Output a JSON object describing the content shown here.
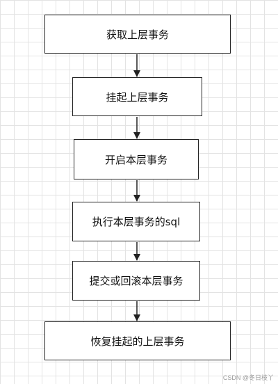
{
  "flowchart": {
    "nodes": [
      {
        "label": "获取上层事务"
      },
      {
        "label": "挂起上层事务"
      },
      {
        "label": "开启本层事务"
      },
      {
        "label": "执行本层事务的sql"
      },
      {
        "label": "提交或回滚本层事务"
      },
      {
        "label": "恢复挂起的上层事务"
      }
    ],
    "edges": [
      {
        "from": 0,
        "to": 1
      },
      {
        "from": 1,
        "to": 2
      },
      {
        "from": 2,
        "to": 3
      },
      {
        "from": 3,
        "to": 4
      },
      {
        "from": 4,
        "to": 5
      }
    ]
  },
  "watermark": "CSDN @冬日枝丫"
}
